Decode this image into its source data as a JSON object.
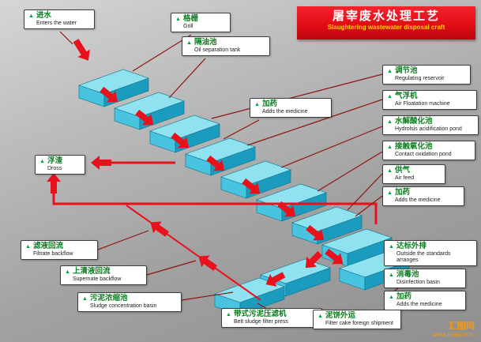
{
  "title": {
    "zh": "屠宰废水处理工艺",
    "en": "Slaughtering wastewater disposal craft"
  },
  "labels": [
    {
      "id": "inflow",
      "zh": "进水",
      "en": "Enters the water"
    },
    {
      "id": "grill",
      "zh": "格栅",
      "en": "Grill"
    },
    {
      "id": "oil-separation",
      "zh": "隔油池",
      "en": "Oil separation tank"
    },
    {
      "id": "regulating",
      "zh": "调节池",
      "en": "Regulating reservoir"
    },
    {
      "id": "air-flotation",
      "zh": "气浮机",
      "en": "Air Floatation machine"
    },
    {
      "id": "dosing-1",
      "zh": "加药",
      "en": "Adds the medicine"
    },
    {
      "id": "hydrolysis",
      "zh": "水解酸化池",
      "en": "Hydrolsis acidification pond"
    },
    {
      "id": "contact-oxidation",
      "zh": "接触氧化池",
      "en": "Contact oxidation pond"
    },
    {
      "id": "air-feed",
      "zh": "供气",
      "en": "Air feed"
    },
    {
      "id": "dosing-2",
      "zh": "加药",
      "en": "Adds the medicine"
    },
    {
      "id": "dross",
      "zh": "浮渣",
      "en": "Dross"
    },
    {
      "id": "discharge",
      "zh": "达标外排",
      "en": "Outside the standards arranges"
    },
    {
      "id": "disinfection",
      "zh": "消毒池",
      "en": "Disinfection basin"
    },
    {
      "id": "dosing-3",
      "zh": "加药",
      "en": "Adds the medicine"
    },
    {
      "id": "filtrate-backflow",
      "zh": "滤液回流",
      "en": "Filtrate backflow"
    },
    {
      "id": "supernate-backflow",
      "zh": "上清液回流",
      "en": "Supernate backflow"
    },
    {
      "id": "sludge-concentration",
      "zh": "污泥浓缩池",
      "en": "Sludge concentration basin"
    },
    {
      "id": "belt-press",
      "zh": "带式污泥压滤机",
      "en": "Belt sludge filter press"
    },
    {
      "id": "cake-shipment",
      "zh": "泥饼外运",
      "en": "Filter cake foreign shipment"
    }
  ],
  "watermark": {
    "line1": "汇图网",
    "line2": "www.huitu.com"
  },
  "colors": {
    "banner_red": "#e30d16",
    "arrow_red": "#e8111c",
    "leader_red": "#8f1410",
    "tank_top": "#8fe3f0",
    "tank_front": "#1b9cbe",
    "tank_end": "#49c4e0",
    "tank_stroke": "#0d7187",
    "label_green": "#0b7d1f",
    "marker_green": "#00a33e"
  }
}
